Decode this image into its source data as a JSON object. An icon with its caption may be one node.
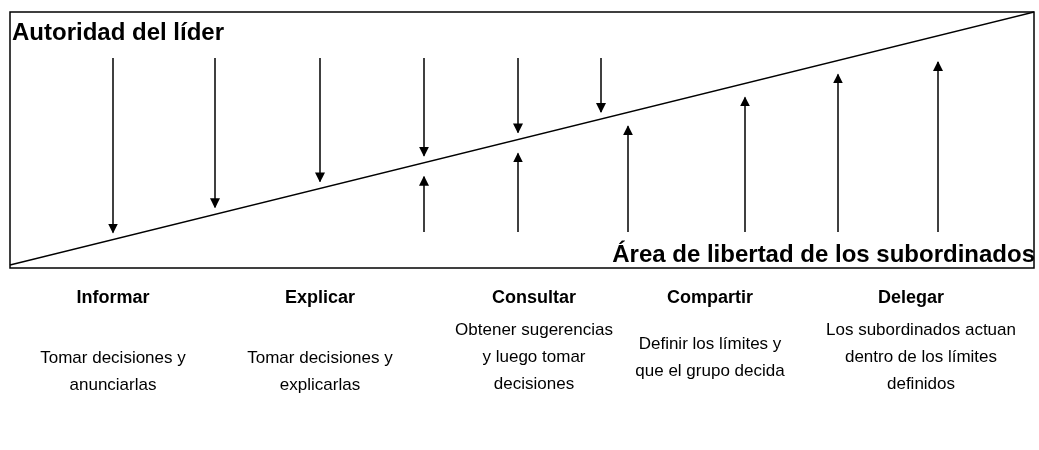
{
  "diagram": {
    "labels": [
      "Autoridad del líder",
      "Área de libertad de los subordinados",
      "Informar",
      "Explicar",
      "Consultar",
      "Compartir",
      "Delegar",
      "Tomar decisiones y anunciarlas",
      "Tomar decisiones y explicarlas",
      "Obtener sugerencias y luego tomar decisiones",
      "Definir los límites y que el grupo decida",
      "Los subordinados actuan dentro de los límites definidos"
    ]
  }
}
